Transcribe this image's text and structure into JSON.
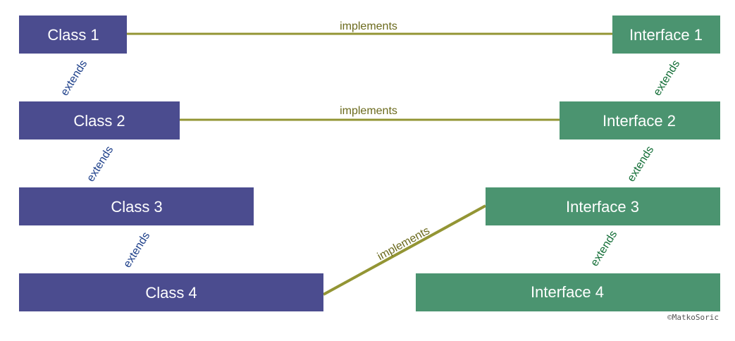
{
  "colors": {
    "class_fill": "#4b4c8f",
    "interface_fill": "#4b9470",
    "implements_line": "#939534",
    "implements_text": "#6b6a1d",
    "class_extends_text": "#1d3f8a",
    "interface_extends_text": "#136e37",
    "box_text": "#ffffff"
  },
  "classes": [
    {
      "label": "Class 1"
    },
    {
      "label": "Class 2"
    },
    {
      "label": "Class 3"
    },
    {
      "label": "Class 4"
    }
  ],
  "interfaces": [
    {
      "label": "Interface 1"
    },
    {
      "label": "Interface 2"
    },
    {
      "label": "Interface 3"
    },
    {
      "label": "Interface 4"
    }
  ],
  "class_extends": [
    "extends",
    "extends",
    "extends"
  ],
  "interface_extends": [
    "extends",
    "extends",
    "extends"
  ],
  "implements": [
    "implements",
    "implements",
    "implements"
  ],
  "credit": "©MatkoSoric"
}
